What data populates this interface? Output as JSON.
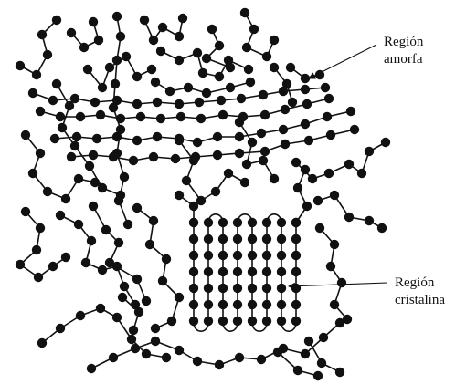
{
  "labels": {
    "amorphous_line1": "Región",
    "amorphous_line2": "amorfa",
    "crystalline_line1": "Región",
    "crystalline_line2": "cristalina"
  },
  "colors": {
    "ink": "#111111",
    "background": "#ffffff"
  }
}
